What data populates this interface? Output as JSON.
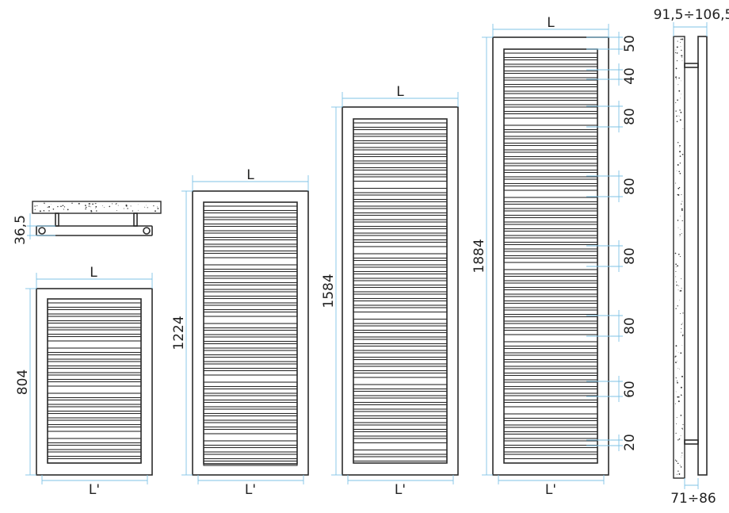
{
  "labels": {
    "width": "L",
    "inner_width": "L'",
    "wall_gap": "36,5",
    "side_top": "91,5÷106,5",
    "side_bottom": "71÷86"
  },
  "heights": [
    "804",
    "1224",
    "1584",
    "1884"
  ],
  "spacings": [
    "50",
    "40",
    "80",
    "80",
    "80",
    "80",
    "60",
    "20"
  ],
  "colors": {
    "line": "#2b2b2b",
    "dimension": "#7fc3e6"
  }
}
